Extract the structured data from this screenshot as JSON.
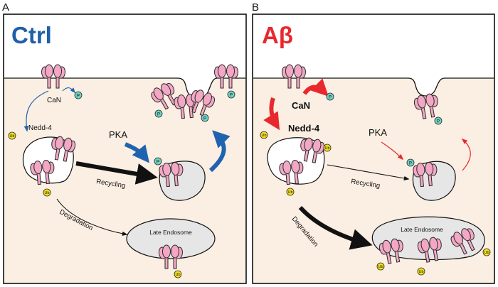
{
  "panels": {
    "a": {
      "letter": "A",
      "title": "Ctrl",
      "labels": {
        "can": "CaN",
        "nedd4": "Nedd-4",
        "pka": "PKA",
        "recycling": "Recycling",
        "degradation": "Degradation",
        "late_endosome": "Late Endosome"
      }
    },
    "b": {
      "letter": "B",
      "title": "Aβ",
      "labels": {
        "can": "CaN",
        "nedd4": "Nedd-4",
        "pka": "PKA",
        "recycling": "Recycling",
        "degradation": "Degradation",
        "late_endosome": "Late Endosome"
      }
    }
  },
  "markers": {
    "phosphate": "P",
    "ubiquitin": "Ub"
  },
  "colors": {
    "ctrl_title": "#1f5fa8",
    "ab_title": "#e8282e",
    "blue_arrow": "#1f63b0",
    "red_arrow": "#e8282e",
    "receptor": "#f2a8c4",
    "receptor_stroke": "#2b2b2b",
    "phosphate": "#6fd1c4",
    "ubiquitin": "#f3e01a",
    "cytoplasm": "#fbeee2",
    "endosome_fill": "#e6e6e6"
  }
}
